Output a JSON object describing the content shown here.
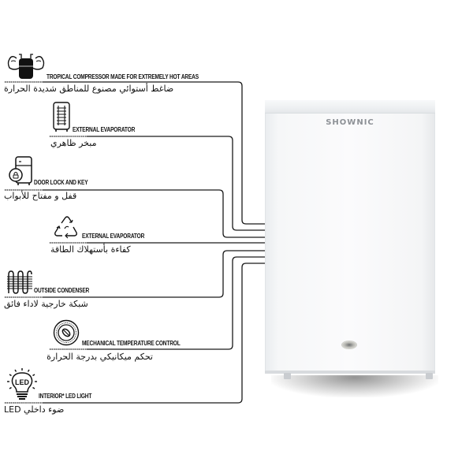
{
  "features": [
    {
      "icon": "compressor-icon",
      "title_en": "TROPICAL COMPRESSOR MADE FOR EXTREMELY HOT AREAS",
      "title_ar": "ضاغط أستوائي مصنوع للمناطق شديدة الحرارة"
    },
    {
      "icon": "evaporator-icon",
      "title_en": "EXTERNAL EVAPORATOR",
      "title_ar": "مبخر ظاهري"
    },
    {
      "icon": "door-lock-icon",
      "title_en": "DOOR LOCK AND KEY",
      "title_ar": "قفل و مفتاح للأبواب"
    },
    {
      "icon": "recycle-icon",
      "title_en": "EXTERNAL EVAPORATOR",
      "title_ar": "كفاءة بأستهلاك الطاقة"
    },
    {
      "icon": "condenser-icon",
      "title_en": "OUTSIDE CONDENSER",
      "title_ar": "شبكة خارجية لاداء فائق"
    },
    {
      "icon": "thermostat-dial-icon",
      "title_en": "MECHANICAL TEMPERATURE CONTROL",
      "title_ar": "تحكم ميكانيكي بدرجة الحرارة"
    },
    {
      "icon": "led-bulb-icon",
      "title_en": "INTERIOR* LED LIGHT",
      "title_ar": "ضوء داخلي LED",
      "icon_text": "LED"
    }
  ],
  "product": {
    "brand": "SHOWNIC",
    "body_color": "#f7f8f9",
    "logo_color": "#8d9196"
  },
  "colors": {
    "line": "#1a1a1a",
    "background": "#ffffff"
  }
}
